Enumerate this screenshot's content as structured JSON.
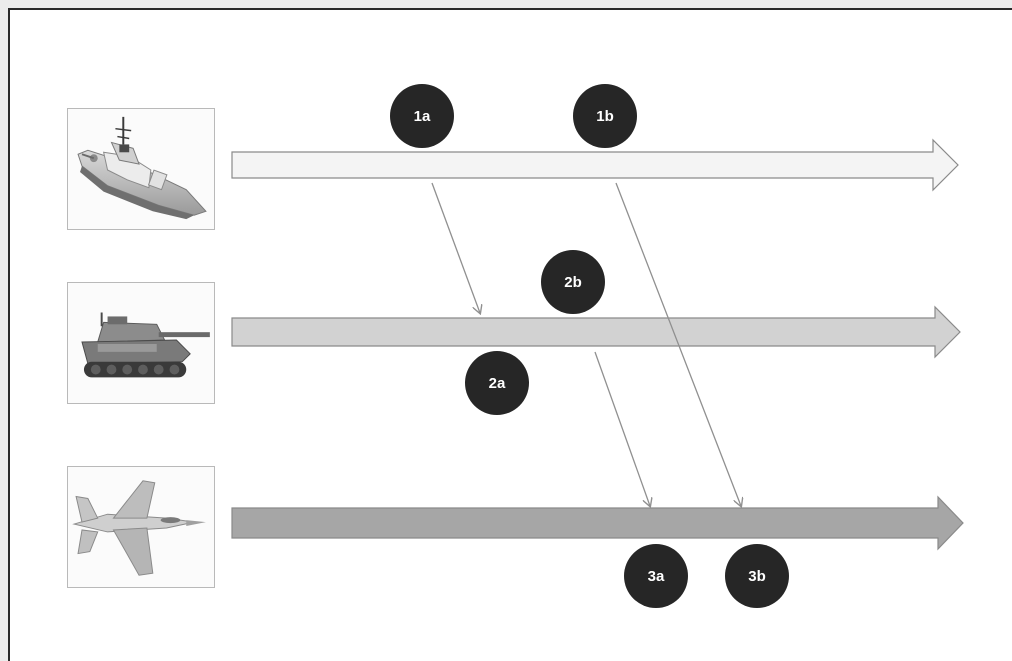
{
  "icons": {
    "row1": "warship-icon",
    "row2": "tank-icon",
    "row3": "fighter-jet-icon"
  },
  "colors": {
    "arrow_light": "#f4f4f4",
    "arrow_mid": "#d2d2d2",
    "arrow_dark": "#a6a6a6",
    "arrow_stroke": "#8a8a8a",
    "badge": "#262626",
    "badge_text": "#ffffff",
    "connector": "#909090"
  },
  "badges": {
    "b1a": "1a",
    "b1b": "1b",
    "b2a": "2a",
    "b2b": "2b",
    "b3a": "3a",
    "b3b": "3b"
  }
}
